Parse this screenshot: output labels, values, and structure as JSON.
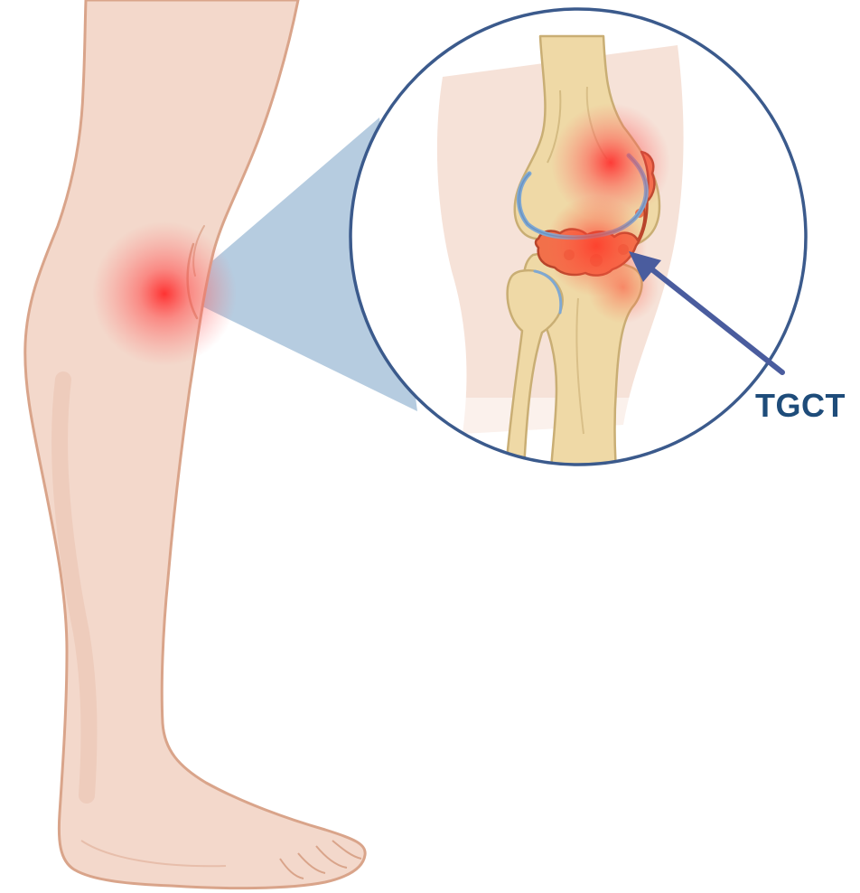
{
  "annotation": {
    "label": "TGCT"
  },
  "colors": {
    "skin_fill": "#F3D8CB",
    "skin_outline": "#D9A48A",
    "skin_shadow": "#EAC3B0",
    "bone_fill": "#EFD9A6",
    "bone_outline": "#C9AE74",
    "cartilage": "#7FA8D2",
    "zoom_cone": "#A9C3DA",
    "circle_border": "#3B5A8C",
    "inflammation": "#FF3B3B",
    "tumor_fill": "#F2704A",
    "tumor_outline": "#B8442A",
    "arrow": "#4A5C9E",
    "label_color": "#1E4C7A"
  },
  "icons": {
    "leg": "leg-illustration",
    "knee_detail": "knee-joint-illustration",
    "pointer": "arrow-icon"
  }
}
